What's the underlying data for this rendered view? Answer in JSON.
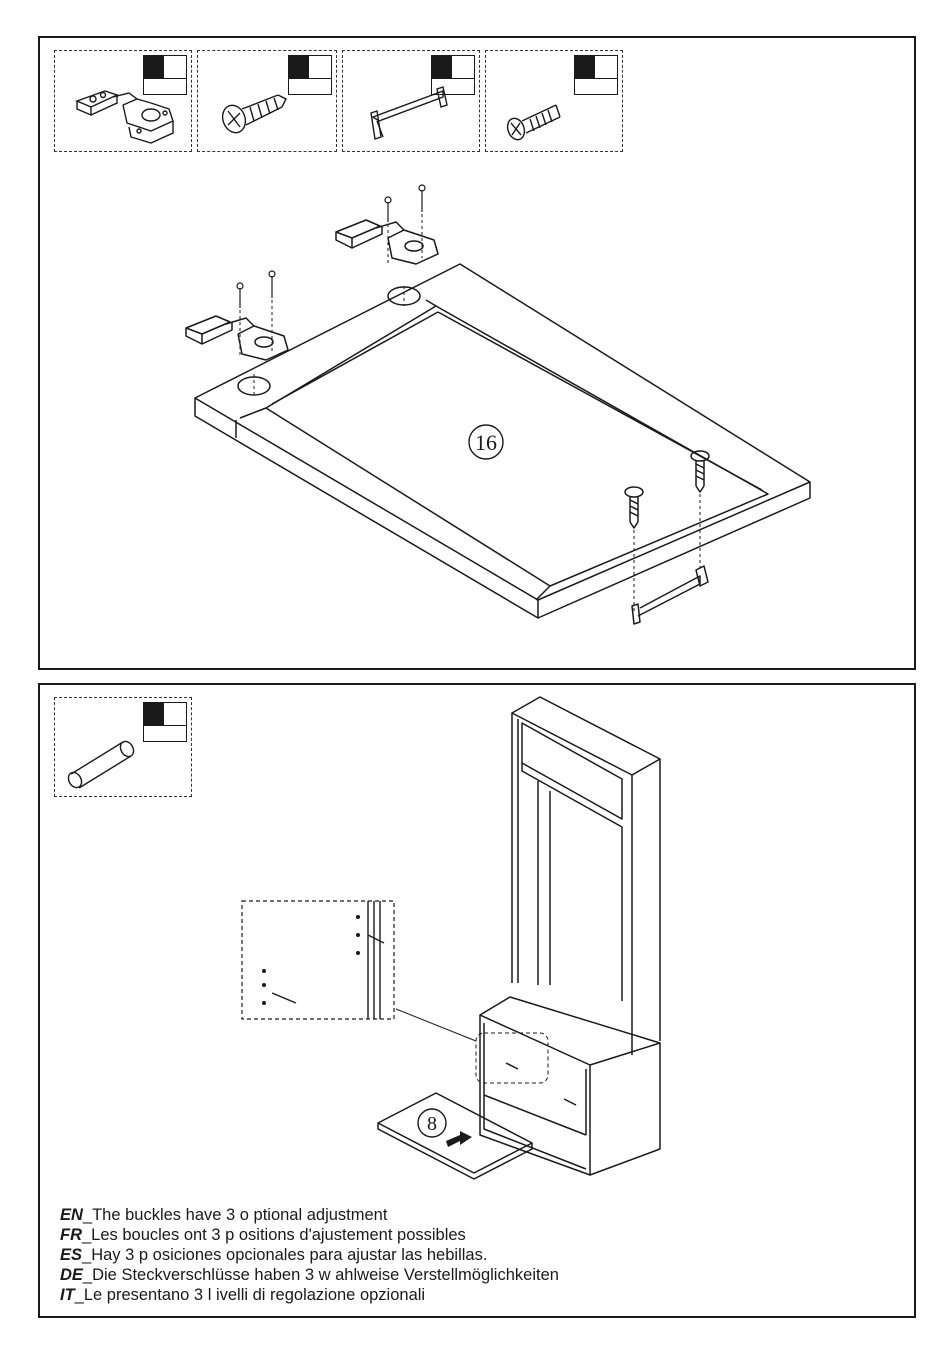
{
  "step_a": {
    "part_labels": [
      "16"
    ],
    "parts": [
      {
        "icon": "hinge-icon"
      },
      {
        "icon": "wood-screw-icon"
      },
      {
        "icon": "handle-icon"
      },
      {
        "icon": "machine-screw-icon"
      }
    ]
  },
  "step_b": {
    "part_labels": [
      "8"
    ],
    "parts": [
      {
        "icon": "dowel-icon"
      }
    ],
    "instructions": [
      {
        "code": "EN",
        "text": "_The buckles have 3 o ptional adjustment"
      },
      {
        "code": "FR",
        "text": "_Les boucles ont 3 p ositions d'ajustement possibles"
      },
      {
        "code": "ES",
        "text": "_Hay 3 p osiciones opcionales para ajustar las hebillas."
      },
      {
        "code": "DE",
        "text": "_Die Steckverschlüsse haben 3 w ahlweise Verstellmöglichkeiten"
      },
      {
        "code": "IT",
        "text": "_Le presentano 3 l ivelli di regolazione opzionali"
      }
    ]
  },
  "colors": {
    "ink": "#1a1a1a",
    "paper": "#ffffff"
  }
}
